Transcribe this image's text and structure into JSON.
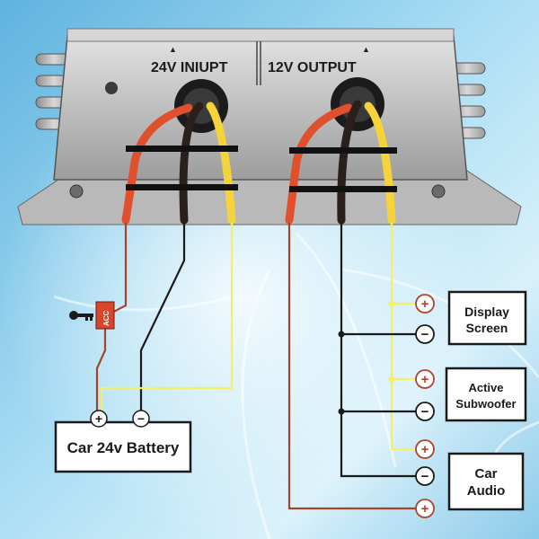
{
  "converter": {
    "input_label": "24V INIUPT",
    "output_label": "12V OUTPUT",
    "input_arrow": "▲",
    "output_arrow": "▲"
  },
  "switch": {
    "label": "ACC",
    "icon": "key-icon"
  },
  "battery": {
    "label": "Car 24v Battery",
    "plus": "+",
    "minus": "−"
  },
  "devices": [
    {
      "label_line1": "Display",
      "label_line2": "Screen"
    },
    {
      "label_line1": "Active",
      "label_line2": "Subwoofer"
    },
    {
      "label_line1": "Car",
      "label_line2": "Audio"
    }
  ],
  "terminals": {
    "plus": "+",
    "minus": "−"
  },
  "colors": {
    "red_wire": "#e0502c",
    "black_wire": "#2a1f1a",
    "yellow_wire": "#f5d33a",
    "thin_red": "#a4442b",
    "thin_black": "#1a1a1a",
    "thin_yellow": "#f4ef6a",
    "terminal_red": "#b2432b",
    "box_border": "#1a1a1a",
    "box_fill": "#ffffff"
  }
}
